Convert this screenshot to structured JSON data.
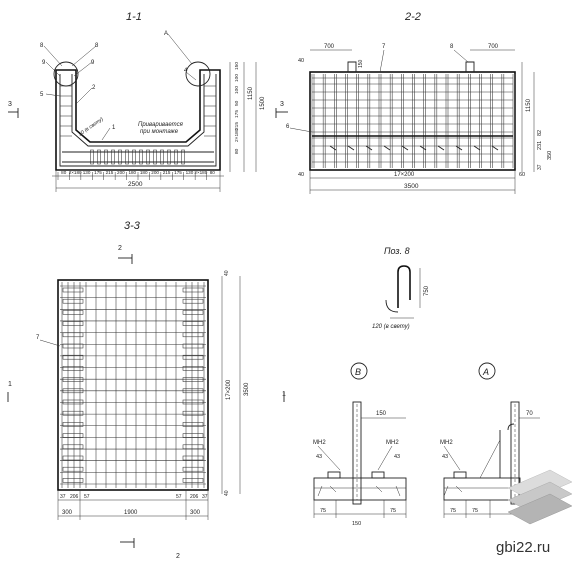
{
  "section_1_1": {
    "title": "1-1",
    "callouts": [
      "8",
      "8",
      "9",
      "9",
      "A",
      "4",
      "5",
      "2",
      "1",
      "3"
    ],
    "notes": [
      "Приваривается",
      "при монтаже",
      "50 (в свету)"
    ],
    "dims_bottom": [
      "80",
      "2×180",
      "130",
      "175",
      "215",
      "200",
      "180",
      "180",
      "200",
      "215",
      "175",
      "130",
      "2×180",
      "80"
    ],
    "dim_total": "2500",
    "dims_right": [
      "150",
      "100",
      "100",
      "50",
      "175",
      "215",
      "2×180",
      "80"
    ],
    "dims_right_outer": [
      "1150",
      "1500"
    ]
  },
  "section_2_2": {
    "title": "2-2",
    "callouts": [
      "7",
      "8",
      "6",
      "3"
    ],
    "dims_top": [
      "700",
      "700"
    ],
    "dims_left": [
      "40",
      "40"
    ],
    "dims_right": [
      "1150",
      "82",
      "231",
      "350",
      "37"
    ],
    "dim_small": "150",
    "dims_bottom": [
      "17×200",
      "60"
    ],
    "dim_total": "3500"
  },
  "section_3_3": {
    "title": "3-3",
    "callouts": [
      "2",
      "7",
      "1",
      "1",
      "2"
    ],
    "dims_right": [
      "40",
      "17×200",
      "3500",
      "40"
    ],
    "dims_bottom_row1": [
      "37",
      "206",
      "57",
      "57",
      "206",
      "37"
    ],
    "dims_bottom_row2": [
      "300",
      "1900",
      "300"
    ]
  },
  "item_8": {
    "title": "Поз. 8",
    "height": "750",
    "width": "120 (в свету)"
  },
  "detail_B": {
    "title": "B",
    "labels": [
      "МН2",
      "МН2"
    ],
    "dims": [
      "150",
      "43",
      "43",
      "75",
      "150",
      "75"
    ]
  },
  "detail_A": {
    "title": "A",
    "labels": [
      "МН2"
    ],
    "dims": [
      "70",
      "43",
      "75",
      "75"
    ]
  },
  "watermark": {
    "text": "gbi22.ru"
  }
}
